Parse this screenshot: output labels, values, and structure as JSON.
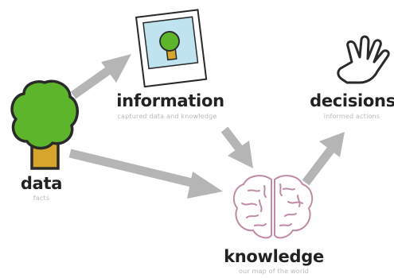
{
  "nodes": {
    "data": {
      "title": "data",
      "subtitle": "facts",
      "icon": "tree-icon"
    },
    "information": {
      "title": "information",
      "subtitle": "captured data and knowledge",
      "icon": "photo-icon"
    },
    "decisions": {
      "title": "decisions",
      "subtitle": "informed actions",
      "icon": "hand-icon"
    },
    "knowledge": {
      "title": "knowledge",
      "subtitle": "our map of the world",
      "icon": "brain-icon"
    }
  },
  "colors": {
    "arrow": "#b5b5b5",
    "tree_green": "#5cb52b",
    "trunk": "#d6a52c",
    "photo_bg": "#bfe3ef",
    "brain": "#c08aa6",
    "outline": "#2a2a2a"
  }
}
